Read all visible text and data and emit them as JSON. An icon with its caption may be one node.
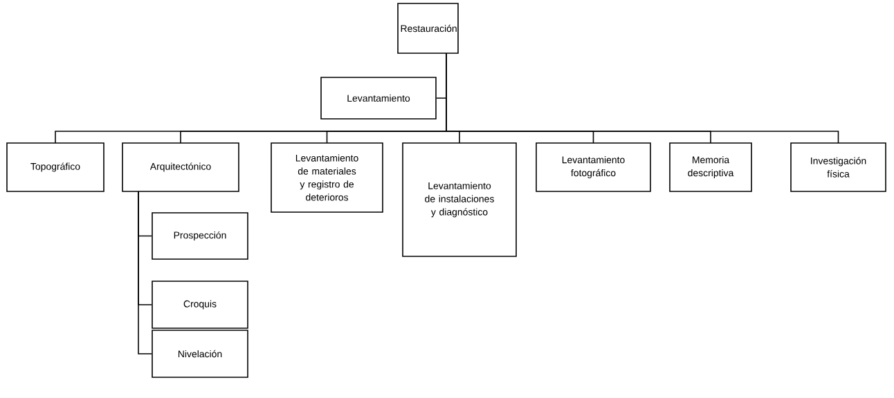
{
  "diagram": {
    "nodes": [
      {
        "text": [
          "Restauración"
        ]
      },
      {
        "text": [
          "Levantamiento"
        ]
      },
      {
        "text": [
          "Topográfico"
        ]
      },
      {
        "text": [
          "Arquitectónico"
        ]
      },
      {
        "text": [
          "Levantamiento de materiales y registro de deterioros"
        ]
      },
      {
        "text": [
          "Levantamiento de instalaciones y diagnóstico"
        ]
      },
      {
        "text": [
          "Levantamiento fotográfico"
        ]
      },
      {
        "text": [
          "Memoria descriptiva"
        ]
      },
      {
        "text": [
          "Investigación física"
        ]
      },
      {
        "text": [
          "Prospección"
        ]
      },
      {
        "text": [
          "Croquis"
        ]
      },
      {
        "text": [
          "Nivelación"
        ]
      }
    ],
    "edges": [
      {
        "from": 0,
        "to": 1,
        "arrow": "none"
      },
      {
        "from": 0,
        "to": 2,
        "arrow": "none"
      },
      {
        "from": 0,
        "to": 3,
        "arrow": "none"
      },
      {
        "from": 0,
        "to": 4,
        "arrow": "none"
      },
      {
        "from": 0,
        "to": 5,
        "arrow": "none"
      },
      {
        "from": 0,
        "to": 6,
        "arrow": "none"
      },
      {
        "from": 0,
        "to": 7,
        "arrow": "none"
      },
      {
        "from": 0,
        "to": 8,
        "arrow": "none"
      },
      {
        "from": 3,
        "to": 9,
        "arrow": "none"
      },
      {
        "from": 3,
        "to": 10,
        "arrow": "none"
      },
      {
        "from": 3,
        "to": 11,
        "arrow": "none"
      }
    ]
  }
}
